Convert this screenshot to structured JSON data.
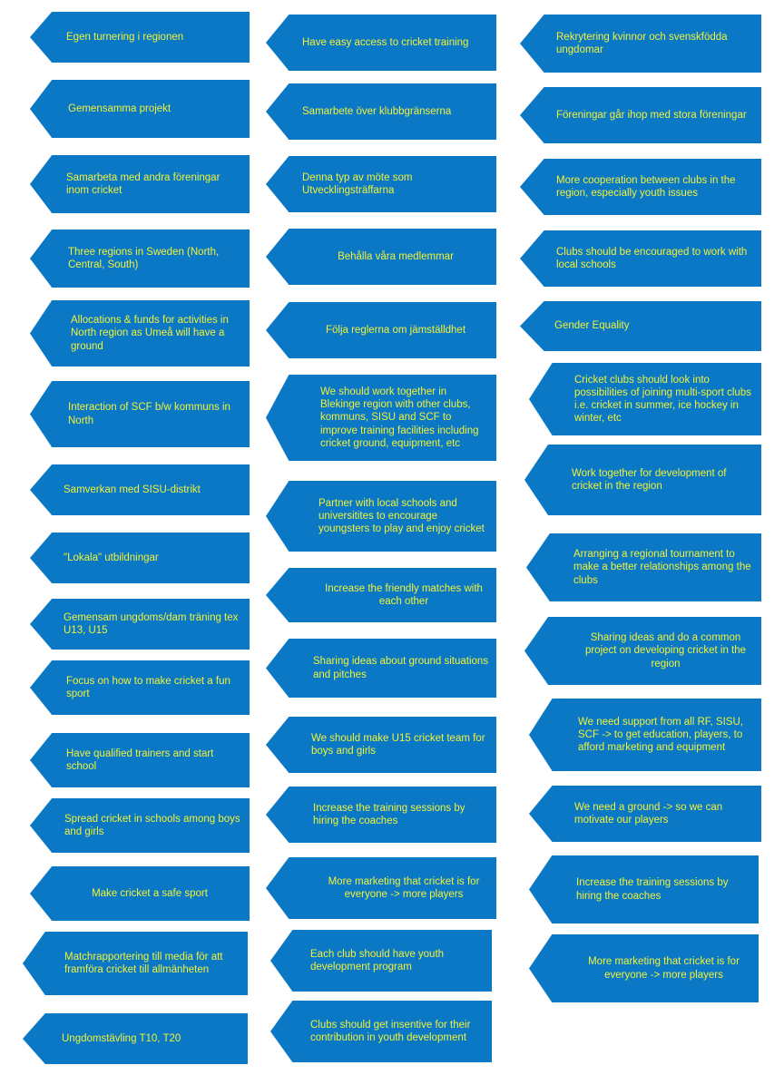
{
  "diagram": {
    "arrow_color": "#0a78c4",
    "text_color": "#f1f23c",
    "columns": [
      {
        "items": [
          {
            "text": "Egen turnering i regionen"
          },
          {
            "text": "Gemensamma projekt"
          },
          {
            "text": "Samarbeta med andra föreningar inom cricket"
          },
          {
            "text": "Three regions in Sweden (North, Central, South)"
          },
          {
            "text": "Allocations & funds for activities in North region as Umeå will have a ground"
          },
          {
            "text": "Interaction of SCF b/w kommuns in North"
          },
          {
            "text": "Samverkan med SISU-distrikt"
          },
          {
            "text": "\"Lokala\" utbildningar"
          },
          {
            "text": "Gemensam ungdoms/dam träning tex U13, U15"
          },
          {
            "text": "Focus on how to make cricket a fun sport"
          },
          {
            "text": "Have qualified trainers and start school"
          },
          {
            "text": "Spread cricket in schools among boys and girls"
          },
          {
            "text": "Make cricket a safe sport"
          },
          {
            "text": "Matchrapportering till media för att framföra cricket till allmänheten"
          },
          {
            "text": "Ungdomstävling T10, T20"
          }
        ]
      },
      {
        "items": [
          {
            "text": "Have easy access to cricket training"
          },
          {
            "text": "Samarbete över klubbgränserna"
          },
          {
            "text": "Denna typ av möte som Utvecklingsträffarna"
          },
          {
            "text": "Behålla våra medlemmar"
          },
          {
            "text": "Följa reglerna om jämställdhet"
          },
          {
            "text": "We should work together in Blekinge region with other clubs, kommuns, SISU and SCF to improve training facilities including cricket ground, equipment, etc"
          },
          {
            "text": "Partner with local schools and universitites to encourage youngsters to play and enjoy cricket"
          },
          {
            "text": "Increase the friendly matches with each other"
          },
          {
            "text": "Sharing ideas about ground situations and pitches"
          },
          {
            "text": "We should make U15 cricket team for boys and girls"
          },
          {
            "text": "Increase the training sessions by hiring the coaches"
          },
          {
            "text": "More marketing that cricket is for everyone -> more players"
          },
          {
            "text": "Each club should have youth development program"
          },
          {
            "text": "Clubs should get insentive for their contribution in youth development"
          }
        ]
      },
      {
        "items": [
          {
            "text": "Rekrytering kvinnor och svenskfödda ungdomar"
          },
          {
            "text": "Föreningar går ihop med stora föreningar"
          },
          {
            "text": "More cooperation between clubs in the region, especially youth issues"
          },
          {
            "text": "Clubs should be encouraged to work with local schools"
          },
          {
            "text": "Gender Equality"
          },
          {
            "text": "Cricket clubs should look into possibilities of joining multi-sport clubs i.e. cricket in summer, ice hockey in winter, etc"
          },
          {
            "text": "Work together for development of cricket in the region"
          },
          {
            "text": "Arranging a regional tournament to make a better relationships among the clubs"
          },
          {
            "text": "Sharing ideas and do a common project on developing cricket in the region"
          },
          {
            "text": "We need support from all RF, SISU, SCF -> to get education, players, to afford marketing and equipment"
          },
          {
            "text": "We need a ground -> so we can motivate our players"
          },
          {
            "text": "Increase the training sessions by hiring the coaches"
          },
          {
            "text": "More marketing that cricket is for everyone -> more players"
          }
        ]
      }
    ]
  }
}
